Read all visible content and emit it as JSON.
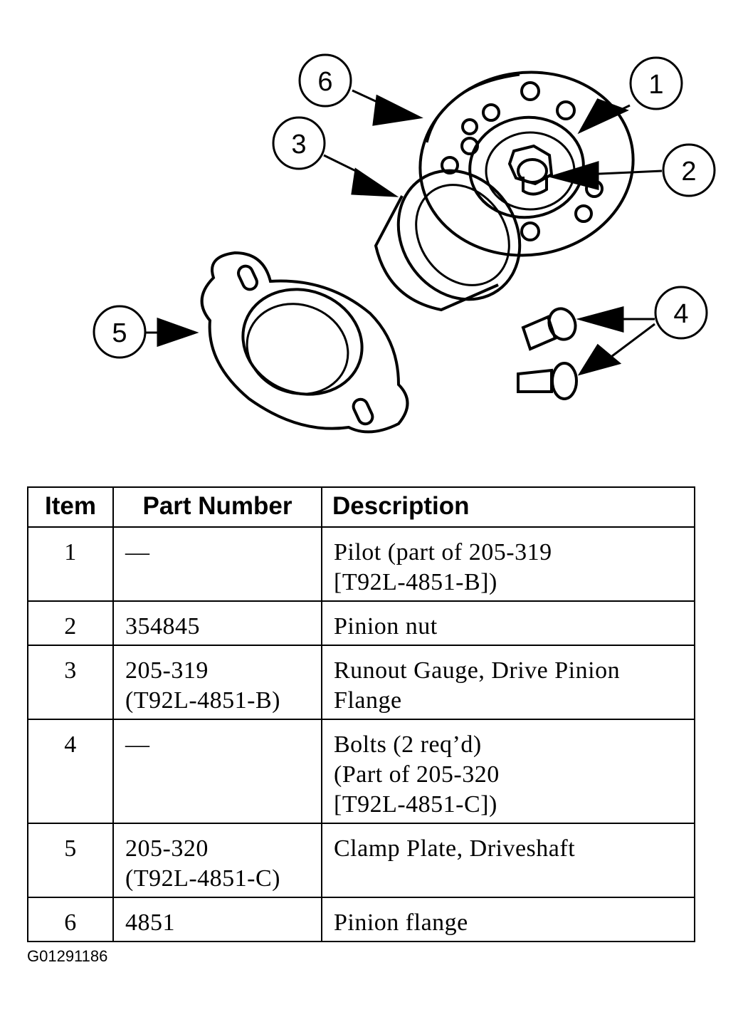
{
  "callouts": [
    "1",
    "2",
    "3",
    "4",
    "5",
    "6"
  ],
  "table": {
    "headers": [
      "Item",
      "Part Number",
      "Description"
    ],
    "rows": [
      {
        "item": "1",
        "part": "—",
        "desc": "Pilot (part of 205-319\n[T92L-4851-B])"
      },
      {
        "item": "2",
        "part": "354845",
        "desc": "Pinion nut"
      },
      {
        "item": "3",
        "part": "205-319\n(T92L-4851-B)",
        "desc": "Runout Gauge, Drive Pinion\nFlange"
      },
      {
        "item": "4",
        "part": "—",
        "desc": "Bolts (2 req’d)\n(Part of 205-320\n[T92L-4851-C])"
      },
      {
        "item": "5",
        "part": "205-320\n(T92L-4851-C)",
        "desc": "Clamp Plate, Driveshaft"
      },
      {
        "item": "6",
        "part": "4851",
        "desc": "Pinion flange"
      }
    ]
  },
  "figure_id": "G01291186"
}
